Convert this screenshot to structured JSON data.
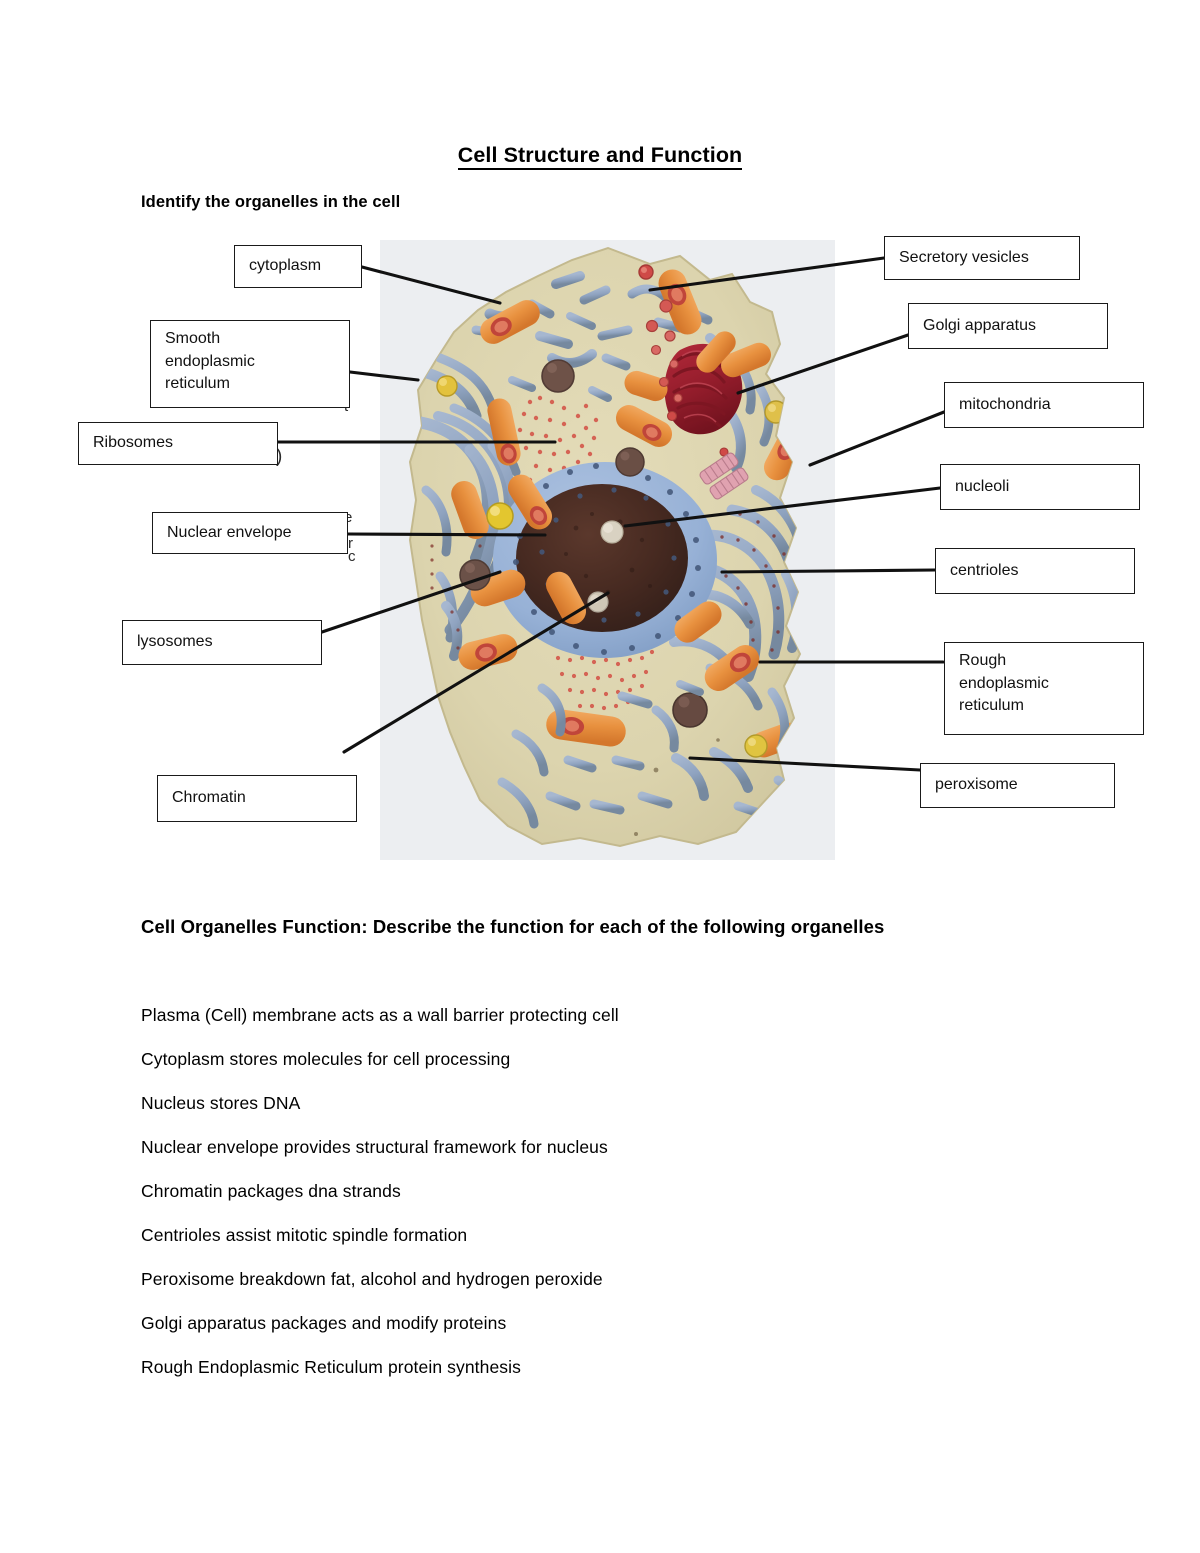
{
  "document": {
    "title": "Cell Structure and Function",
    "instruction": "Identify the organelles in the cell"
  },
  "diagram": {
    "figure_name": "animal-cell-model-photograph",
    "labels": [
      {
        "id": "cytoplasm",
        "text": "cytoplasm",
        "side": "left"
      },
      {
        "id": "smooth-er",
        "text": "Smooth\nendoplasmic\nreticulum",
        "side": "left"
      },
      {
        "id": "ribosomes",
        "text": "Ribosomes",
        "side": "left"
      },
      {
        "id": "nuclear-envelope",
        "text": "Nuclear envelope",
        "side": "left"
      },
      {
        "id": "lysosomes",
        "text": "lysosomes",
        "side": "left"
      },
      {
        "id": "chromatin",
        "text": "Chromatin",
        "side": "left"
      },
      {
        "id": "secretory-vesicles",
        "text": "Secretory vesicles",
        "side": "right"
      },
      {
        "id": "golgi-apparatus",
        "text": "Golgi apparatus",
        "side": "right"
      },
      {
        "id": "mitochondria",
        "text": "mitochondria",
        "side": "right"
      },
      {
        "id": "nucleoli",
        "text": "nucleoli",
        "side": "right"
      },
      {
        "id": "centrioles",
        "text": "centrioles",
        "side": "right"
      },
      {
        "id": "rough-er",
        "text": "Rough\nendoplasmic\nreticulum",
        "side": "right"
      },
      {
        "id": "peroxisome",
        "text": "peroxisome",
        "side": "right"
      }
    ],
    "ghost_glyphs": [
      "r",
      "c",
      ")",
      "e",
      "|",
      "t",
      "."
    ],
    "colors": {
      "cytosol": "#ddd5ae",
      "cytosol_edge": "#cdc49b",
      "endoplasmic_reticulum": "#93a6c4",
      "mitochondria": "#e8913f",
      "mitochondria_light": "#f0a85d",
      "golgi": "#9c1f2e",
      "nuclear_envelope": "#9bb4d8",
      "nucleus": "#4a2c23",
      "nucleolus": "#d8d2c4",
      "lysosome": "#e0c23a",
      "peroxisome": "#6e5248",
      "ribosomes": "#d4574a",
      "centrioles": "#e3a7b5",
      "photo_background": "#e8eaee",
      "label_border": "#1a1a1a",
      "text": "#000000"
    }
  },
  "functions_section": {
    "heading": "Cell Organelles Function: Describe the function for each of the following organelles",
    "items": [
      "Plasma (Cell) membrane acts as a wall barrier protecting cell",
      "Cytoplasm stores molecules for cell processing",
      "Nucleus stores DNA",
      "Nuclear envelope provides structural framework for nucleus",
      "Chromatin packages dna strands",
      "Centrioles assist mitotic spindle formation",
      "Peroxisome breakdown fat, alcohol and hydrogen peroxide",
      "Golgi apparatus packages and modify proteins",
      "Rough Endoplasmic Reticulum protein synthesis"
    ]
  }
}
